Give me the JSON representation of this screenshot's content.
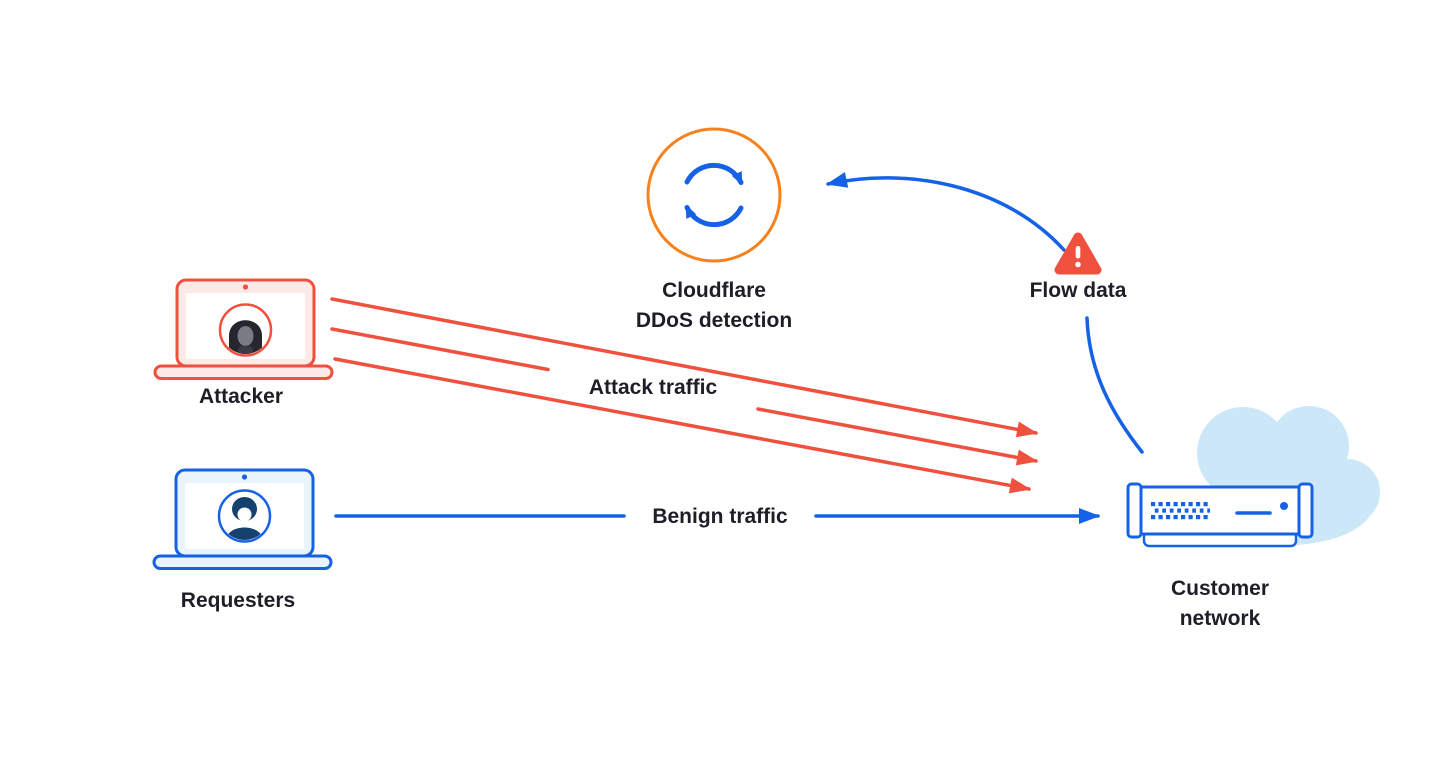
{
  "diagram": {
    "title": "Cloudflare DDoS detection",
    "nodes": {
      "attacker": {
        "label": "Attacker"
      },
      "requesters": {
        "label": "Requesters"
      },
      "detection": {
        "label_line1": "Cloudflare",
        "label_line2": "DDoS detection"
      },
      "flow_data": {
        "label": "Flow data"
      },
      "customer_network": {
        "label_line1": "Customer",
        "label_line2": "network"
      }
    },
    "edges": {
      "attack": {
        "label": "Attack traffic",
        "from": "attacker",
        "to": "customer_network",
        "line_count": 3
      },
      "benign": {
        "label": "Benign traffic",
        "from": "requesters",
        "to": "customer_network"
      },
      "flow": {
        "from": "customer_network",
        "via": "flow_data",
        "to": "detection"
      }
    },
    "colors": {
      "attack_red": "#F0503E",
      "traffic_blue": "#1662E6",
      "detection_ring_orange": "#F6821F",
      "cloud_fill": "#CBE7F8",
      "warning_fill": "#F0503E",
      "laptop_red_tint": "#FDEAE6",
      "laptop_blue_tint": "#EAF4FC",
      "avatar_navy": "#15416F",
      "hood_dark": "#26262E",
      "label_text": "#1D1E26",
      "background": "#FFFFFF"
    }
  }
}
